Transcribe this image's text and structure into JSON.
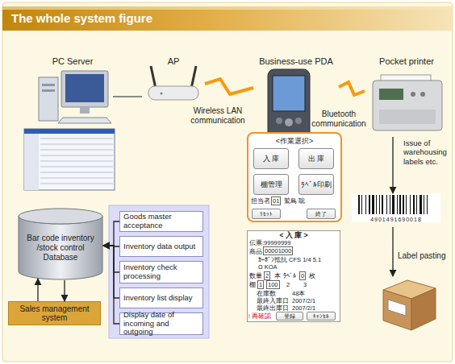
{
  "diagram": {
    "title": "The whole system figure",
    "nodes": [
      {
        "text": [
          "PC Server"
        ]
      },
      {
        "text": [
          "AP"
        ]
      },
      {
        "text": [
          "Business-use PDA"
        ]
      },
      {
        "text": [
          "Pocket printer"
        ]
      },
      {
        "text": [
          "<作業選択>"
        ]
      },
      {
        "text": [
          "入 庫"
        ],
        "in": 4
      },
      {
        "text": [
          "出 庫"
        ],
        "in": 4
      },
      {
        "text": [
          "棚管理"
        ],
        "in": 4
      },
      {
        "text": [
          "ﾗﾍﾞﾙ印刷"
        ],
        "in": 4
      },
      {
        "text": [
          "ﾘｾｯﾄ"
        ],
        "in": 4
      },
      {
        "text": [
          "終了"
        ],
        "in": 4
      },
      {
        "text": [
          "< 入 庫 >"
        ]
      },
      {
        "text": [
          "登録"
        ],
        "in": 11
      },
      {
        "text": [
          "ｷｬﾝｾﾙ"
        ],
        "in": 11
      },
      {
        "text": [
          "4901491690018"
        ]
      },
      {
        "text": [
          "Bar code inventory /stock control Database"
        ]
      },
      {
        "text": [
          "Goods master acceptance"
        ]
      },
      {
        "text": [
          "Inventory data output"
        ]
      },
      {
        "text": [
          "Inventory check processing"
        ]
      },
      {
        "text": [
          "Inventory list display"
        ]
      },
      {
        "text": [
          "Display date of incoming and outgoing"
        ]
      },
      {
        "text": [
          "Sales management system"
        ]
      }
    ],
    "edges": [
      {
        "from": 0,
        "to": 1,
        "arrow": "none"
      },
      {
        "from": 1,
        "to": 2,
        "label": "Wireless LAN communication",
        "arrow": "none"
      },
      {
        "from": 2,
        "to": 3,
        "label": "Bluetooth communication",
        "arrow": "none"
      },
      {
        "from": 3,
        "to": 14,
        "label": "Issue of warehousing labels etc.",
        "arrow": "to"
      },
      {
        "from": 16,
        "to": 15,
        "arrow": "to"
      },
      {
        "from": 17,
        "to": 15,
        "arrow": "to"
      },
      {
        "from": 18,
        "to": 15,
        "arrow": "to"
      },
      {
        "from": 19,
        "to": 15,
        "arrow": "to"
      },
      {
        "from": 20,
        "to": 15,
        "arrow": "to"
      },
      {
        "from": 21,
        "to": 15,
        "arrow": "to"
      },
      {
        "from": 15,
        "to": 21,
        "arrow": "to"
      }
    ],
    "labels": [
      "Label pasting",
      "担当者",
      "01",
      "鷲島 聡",
      "伝票:99999999",
      "商品",
      "00001000",
      "ｶｰﾎﾞﾝ抵抗 CFS 1/4 5.1",
      "Ω KOA",
      "数量",
      "2",
      "本",
      "ﾗﾍﾞﾙ",
      "0",
      "枚",
      "棚",
      "1",
      "100",
      "2",
      "3",
      "在庫数",
      "48本",
      "最終入庫日",
      "2007/2/1",
      "最終出庫日",
      "2007/2/1",
      "! 再確認"
    ]
  }
}
